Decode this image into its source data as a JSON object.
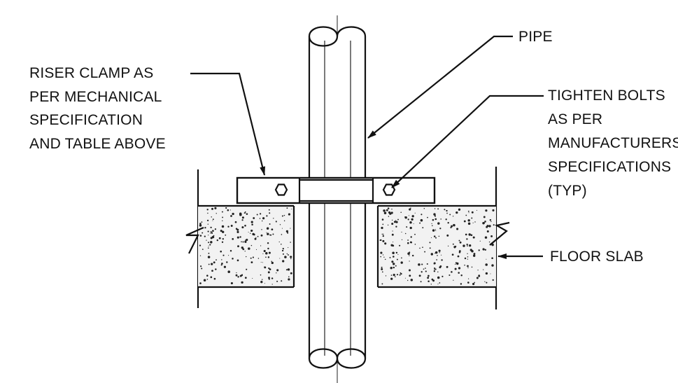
{
  "labels": {
    "pipe": "PIPE",
    "riser_clamp": [
      "RISER CLAMP AS",
      "PER MECHANICAL",
      "SPECIFICATION",
      "AND TABLE ABOVE"
    ],
    "tighten_bolts": [
      "TIGHTEN BOLTS",
      "AS PER",
      "MANUFACTURERS",
      "SPECIFICATIONS",
      "(TYP)"
    ],
    "floor_slab": "FLOOR SLAB"
  }
}
